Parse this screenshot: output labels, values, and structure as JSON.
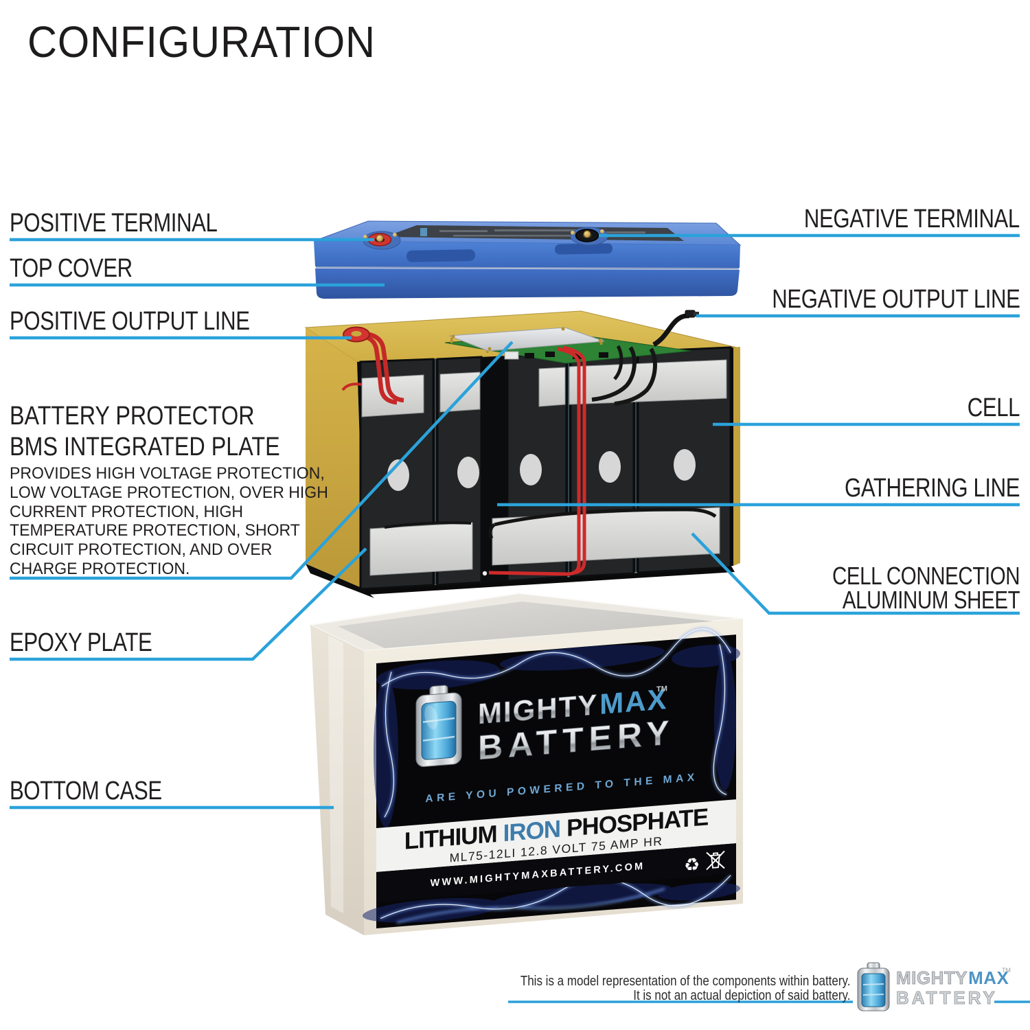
{
  "title": "CONFIGURATION",
  "callouts_left": {
    "positive_terminal": "POSITIVE TERMINAL",
    "top_cover": "TOP COVER",
    "positive_output_line": "POSITIVE OUTPUT LINE",
    "battery_protector_title": "BATTERY PROTECTOR\nBMS INTEGRATED PLATE",
    "battery_protector_desc": "PROVIDES HIGH VOLTAGE PROTECTION,\nLOW VOLTAGE PROTECTION, OVER HIGH\nCURRENT PROTECTION, HIGH\nTEMPERATURE PROTECTION, SHORT\nCIRCUIT PROTECTION, AND OVER\nCHARGE PROTECTION.",
    "epoxy_plate": "EPOXY PLATE",
    "bottom_case": "BOTTOM CASE"
  },
  "callouts_right": {
    "negative_terminal": "NEGATIVE TERMINAL",
    "negative_output_line": "NEGATIVE OUTPUT LINE",
    "cell": "CELL",
    "gathering_line": "GATHERING LINE",
    "cell_connection": "CELL CONNECTION\nALUMINUM SHEET"
  },
  "battery_label": {
    "brand_mighty": "MIGHTY",
    "brand_max": "MAX",
    "brand_battery": "BATTERY",
    "trademark": "TM",
    "tagline": "ARE YOU POWERED TO THE MAX",
    "chemistry_lithium": "LITHIUM",
    "chemistry_iron": "IRON",
    "chemistry_phosphate": "PHOSPHATE",
    "model_line": "ML75-12LI 12.8 VOLT 75 AMP HR",
    "website": "WWW.MIGHTYMAXBATTERY.COM",
    "recycle_icon": "♻"
  },
  "footer": {
    "disclaimer_line_1": "This is a model representation of the components within battery.",
    "disclaimer_line_2": "It is not an actual depiction of said battery.",
    "brand_mighty": "MIGHTY",
    "brand_max": "MAX",
    "brand_battery": "BATTERY",
    "trademark": "TM"
  },
  "colors": {
    "callout_line": "#2BA2DA",
    "top_cover_blue": "#4A7DD0",
    "case_yellow": "#D2B148",
    "bottom_case_white": "#EFE9DD",
    "brand_blue": "#4E9CCB",
    "label_black": "#070709"
  }
}
